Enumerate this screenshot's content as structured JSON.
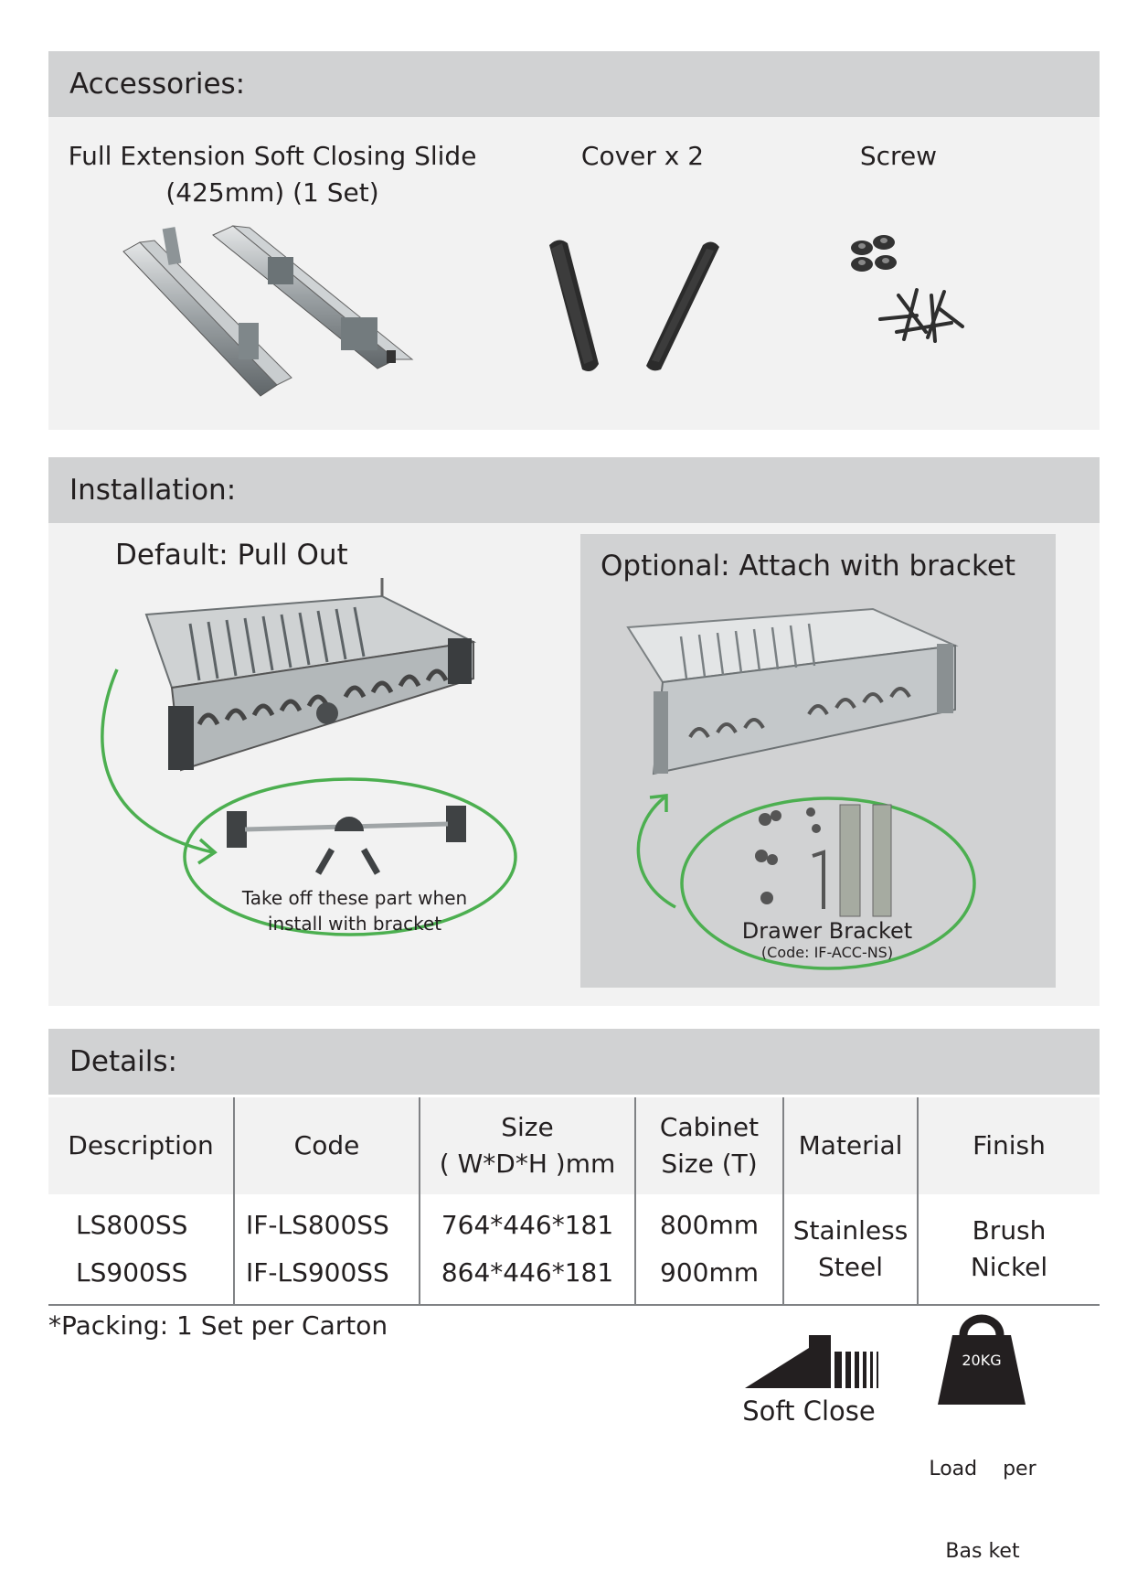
{
  "accessories": {
    "heading": "Accessories:",
    "items": [
      {
        "title_line1": "Full Extension Soft Closing Slide",
        "title_line2": "(425mm) (1 Set)",
        "image": "drawer-slide-rails"
      },
      {
        "title_line1": "Cover x 2",
        "image": "black-covers"
      },
      {
        "title_line1": "Screw",
        "image": "screws-and-washers"
      }
    ]
  },
  "installation": {
    "heading": "Installation:",
    "default_title": "Default: Pull Out",
    "optional_title": "Optional: Attach with bracket",
    "default_note_line1": "Take off these part when",
    "default_note_line2": "install with bracket",
    "bracket_label": "Drawer Bracket",
    "bracket_code": "(Code: IF-ACC-NS)",
    "colors": {
      "arrow": "#4caf50",
      "optional_bg": "#d1d2d3"
    }
  },
  "details": {
    "heading": "Details:",
    "columns": [
      {
        "line1": "Description"
      },
      {
        "line1": "Code"
      },
      {
        "line1": "Size",
        "line2": "( W*D*H )mm"
      },
      {
        "line1": "Cabinet",
        "line2": "Size (T)"
      },
      {
        "line1": "Material"
      },
      {
        "line1": "Finish"
      }
    ],
    "rows": [
      {
        "description": "LS800SS",
        "code": "IF-LS800SS",
        "size": "764*446*181",
        "cabinet": "800mm"
      },
      {
        "description": "LS900SS",
        "code": "IF-LS900SS",
        "size": "864*446*181",
        "cabinet": "900mm"
      }
    ],
    "material_line1": "Stainless",
    "material_line2": "Steel",
    "finish_line1": "Brush",
    "finish_line2": "Nickel",
    "packing": "*Packing: 1 Set per Carton"
  },
  "features": {
    "soft_close_label": "Soft Close",
    "weight_text": "20KG",
    "load_line1": "Load    per",
    "load_line2": "Bas ket"
  }
}
